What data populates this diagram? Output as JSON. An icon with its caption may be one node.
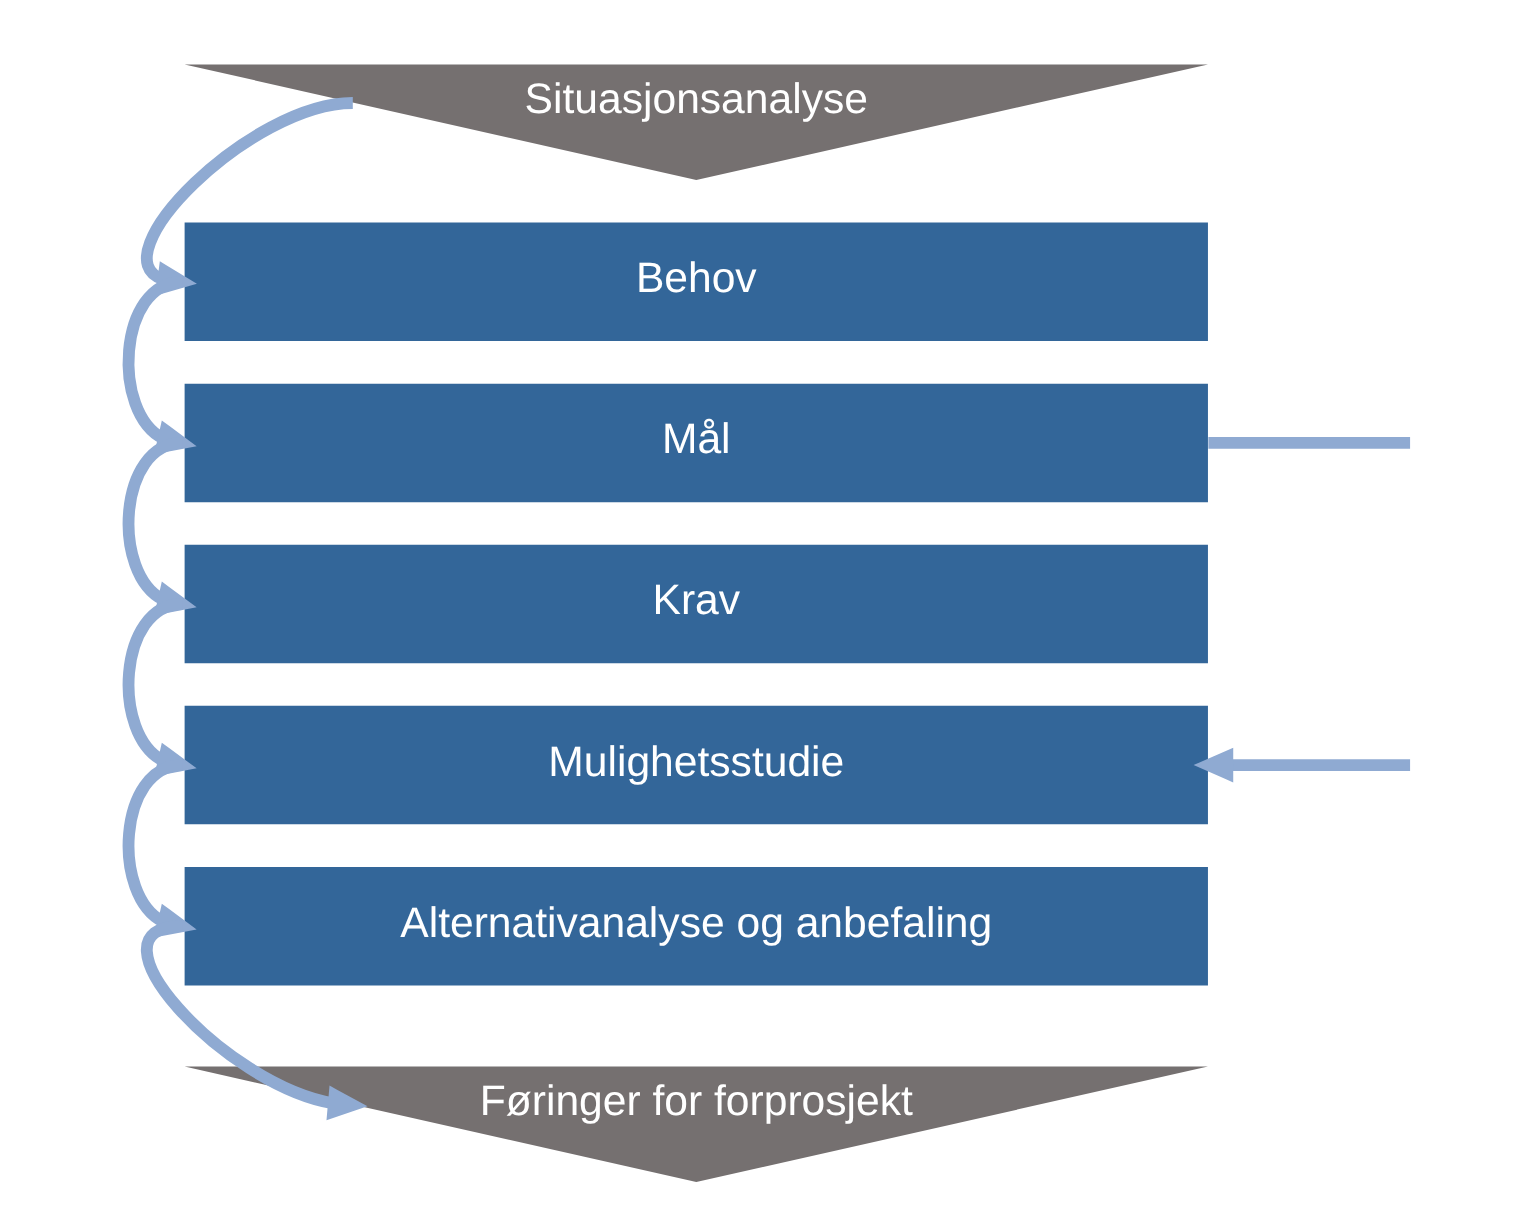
{
  "diagram": {
    "nodes": [
      {
        "text": [
          "Situasjonsanalyse"
        ]
      },
      {
        "text": [
          "Behov"
        ]
      },
      {
        "text": [
          "Mål"
        ]
      },
      {
        "text": [
          "Krav"
        ]
      },
      {
        "text": [
          "Mulighetsstudie"
        ]
      },
      {
        "text": [
          "Alternativanalyse og anbefaling"
        ]
      },
      {
        "text": [
          "Føringer for forprosjekt"
        ]
      }
    ],
    "edges": [
      {
        "from": 0,
        "to": 1,
        "arrow": "to"
      },
      {
        "from": 1,
        "to": 2,
        "arrow": "to"
      },
      {
        "from": 2,
        "to": 3,
        "arrow": "to"
      },
      {
        "from": 3,
        "to": 4,
        "arrow": "to"
      },
      {
        "from": 4,
        "to": 5,
        "arrow": "to"
      },
      {
        "from": 5,
        "to": 6,
        "arrow": "to"
      },
      {
        "from": 2,
        "to": null,
        "arrow": "none"
      },
      {
        "from": null,
        "to": 4,
        "arrow": "to"
      }
    ]
  }
}
